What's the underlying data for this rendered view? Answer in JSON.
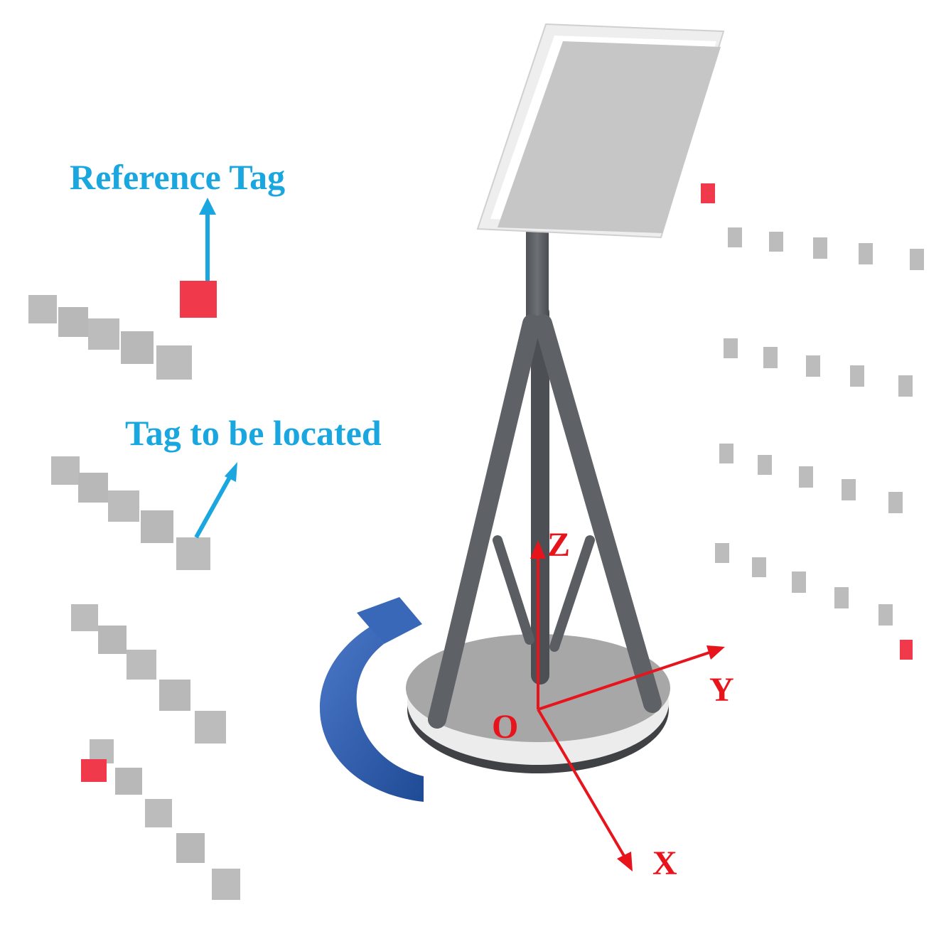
{
  "labels": {
    "reference_tag": "Reference Tag",
    "tag_to_locate": "Tag to be located"
  },
  "axes": {
    "z": "Z",
    "y": "Y",
    "x": "X",
    "origin": "O"
  },
  "colors": {
    "callout_text": "#1aa7e0",
    "callout_arrow": "#1aa7e0",
    "axis": "#e8141c",
    "reference_tag": "#f03a4b",
    "tag": "#b9b9b9",
    "stand": "#5e6166",
    "panel_face": "#c8c8c8",
    "rotation_arrow": "#2f5fae"
  },
  "icons": {
    "rotation": "curved-rotation-arrow-icon"
  }
}
